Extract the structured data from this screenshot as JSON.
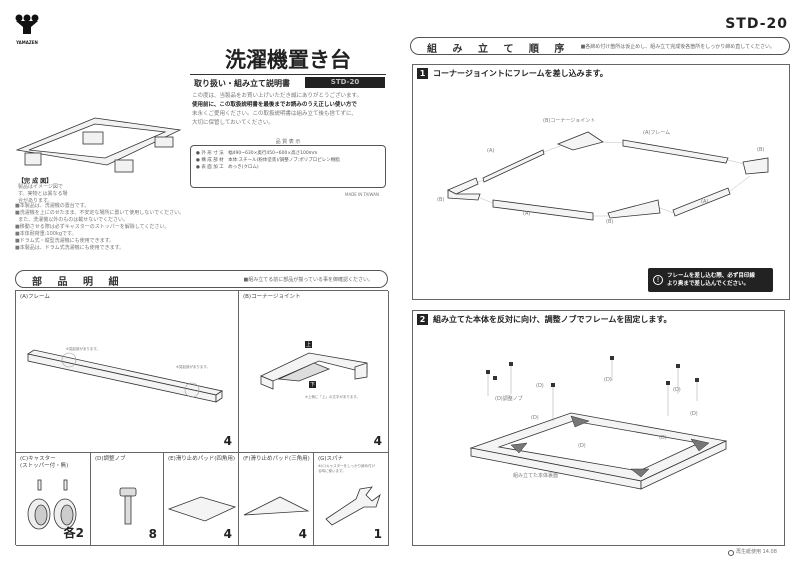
{
  "brand": {
    "name": "YAMAZEN"
  },
  "model": "STD-20",
  "cover": {
    "title": "洗濯機置き台",
    "subtitle": "取り扱い・組み立て説明書",
    "model_badge": "STD-20",
    "intro": [
      "この度は、当製品をお買い上げいただき誠にありがとうございます。",
      "使用前に、この取扱説明書を最後までお読みのうえ正しい使い方で",
      "末永くご愛用ください。この取扱説明書は組み立て後も捨てずに、",
      "大切に保管しておいてください。"
    ],
    "quality_heading": "品 質 表 示",
    "quality_items": [
      "外 形 寸 法　幅490~630×奥行450~600×高さ100mm",
      "構 成 部 材　本体:スチール(粉体塗装)/調整ノブ:ポリプロピレン樹脂",
      "表 面 加 工　めっき(クロム)"
    ],
    "made_in": "MADE IN TAIWAN",
    "completed_label": "【完 成 図】",
    "completed_note": "製品はイメージ図です。実物とは異なる場合があります。",
    "notes": [
      "本製品は、洗濯機の置台です。",
      "洗濯機を上にのせたまま、不安定な場所に置いて使用しないでください。",
      "また、洗濯機以外のものは載せないでください。",
      "移動させる際は必ずキャスターのストッパーを解除してください。",
      "本体耐荷重:100kgです。",
      "ドラム式・縦型洗濯機にも使用できます。",
      "本製品は、ドラム式洗濯機にも使用できます。"
    ]
  },
  "parts": {
    "heading": "部 品 明 細",
    "note": "■組み立てる前に部品が揃っている事を御確認ください。",
    "items": [
      {
        "label": "(A)フレーム",
        "qty": "4",
        "callouts": [
          "※突起部があります。",
          "※突起部があります。"
        ]
      },
      {
        "label": "(B)コーナージョイント",
        "qty": "4",
        "badges": [
          "上",
          "下"
        ],
        "callout": "※上側に「上」の文字があります。"
      },
      {
        "label": "(C)キャスター\n(ストッパー付・無)",
        "qty": "各2"
      },
      {
        "label": "(D)調整ノブ",
        "qty": "8"
      },
      {
        "label": "(E)滑り止めパッド(四角用)",
        "qty": "4"
      },
      {
        "label": "(F)滑り止めパッド(三角用)",
        "qty": "4"
      },
      {
        "label": "(G)スパナ",
        "qty": "1",
        "note": "※(C)キャスターをしっかり締め付ける時に使います。"
      }
    ]
  },
  "assembly": {
    "heading": "組 み 立 て 順 序",
    "note": "■各締め付け箇所は仮止めし、組み立て完成後各箇所をしっかり締め直してください。",
    "steps": [
      {
        "num": "1",
        "title": "コーナージョイントにフレームを差し込みます。",
        "labels": {
          "b_corner": "(B)コーナージョイント",
          "a_frame": "(A)フレーム",
          "a": "(A)",
          "b": "(B)"
        },
        "warning": [
          "フレームを差し込む際、必ず目印線",
          "より奥まで差し込んでください。"
        ]
      },
      {
        "num": "2",
        "title": "組み立てた本体を反対に向け、調整ノブでフレームを固定します。",
        "labels": {
          "knob": "(D)調整ノブ",
          "d": "(D)",
          "bottom": "組み立てた本体裏面"
        }
      }
    ]
  },
  "footer": {
    "text": "再生紙使用 14.08"
  },
  "colors": {
    "ink": "#222222",
    "border": "#666666",
    "badge_bg": "#222222"
  }
}
